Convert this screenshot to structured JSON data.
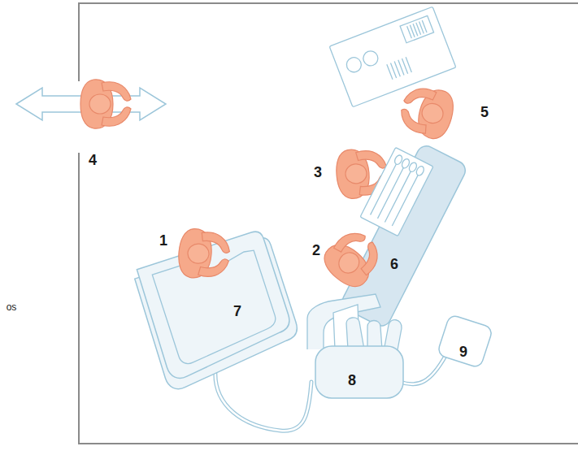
{
  "diagram": {
    "labels": [
      "1",
      "2",
      "3",
      "4",
      "5",
      "6",
      "7",
      "8",
      "9",
      "os"
    ]
  }
}
